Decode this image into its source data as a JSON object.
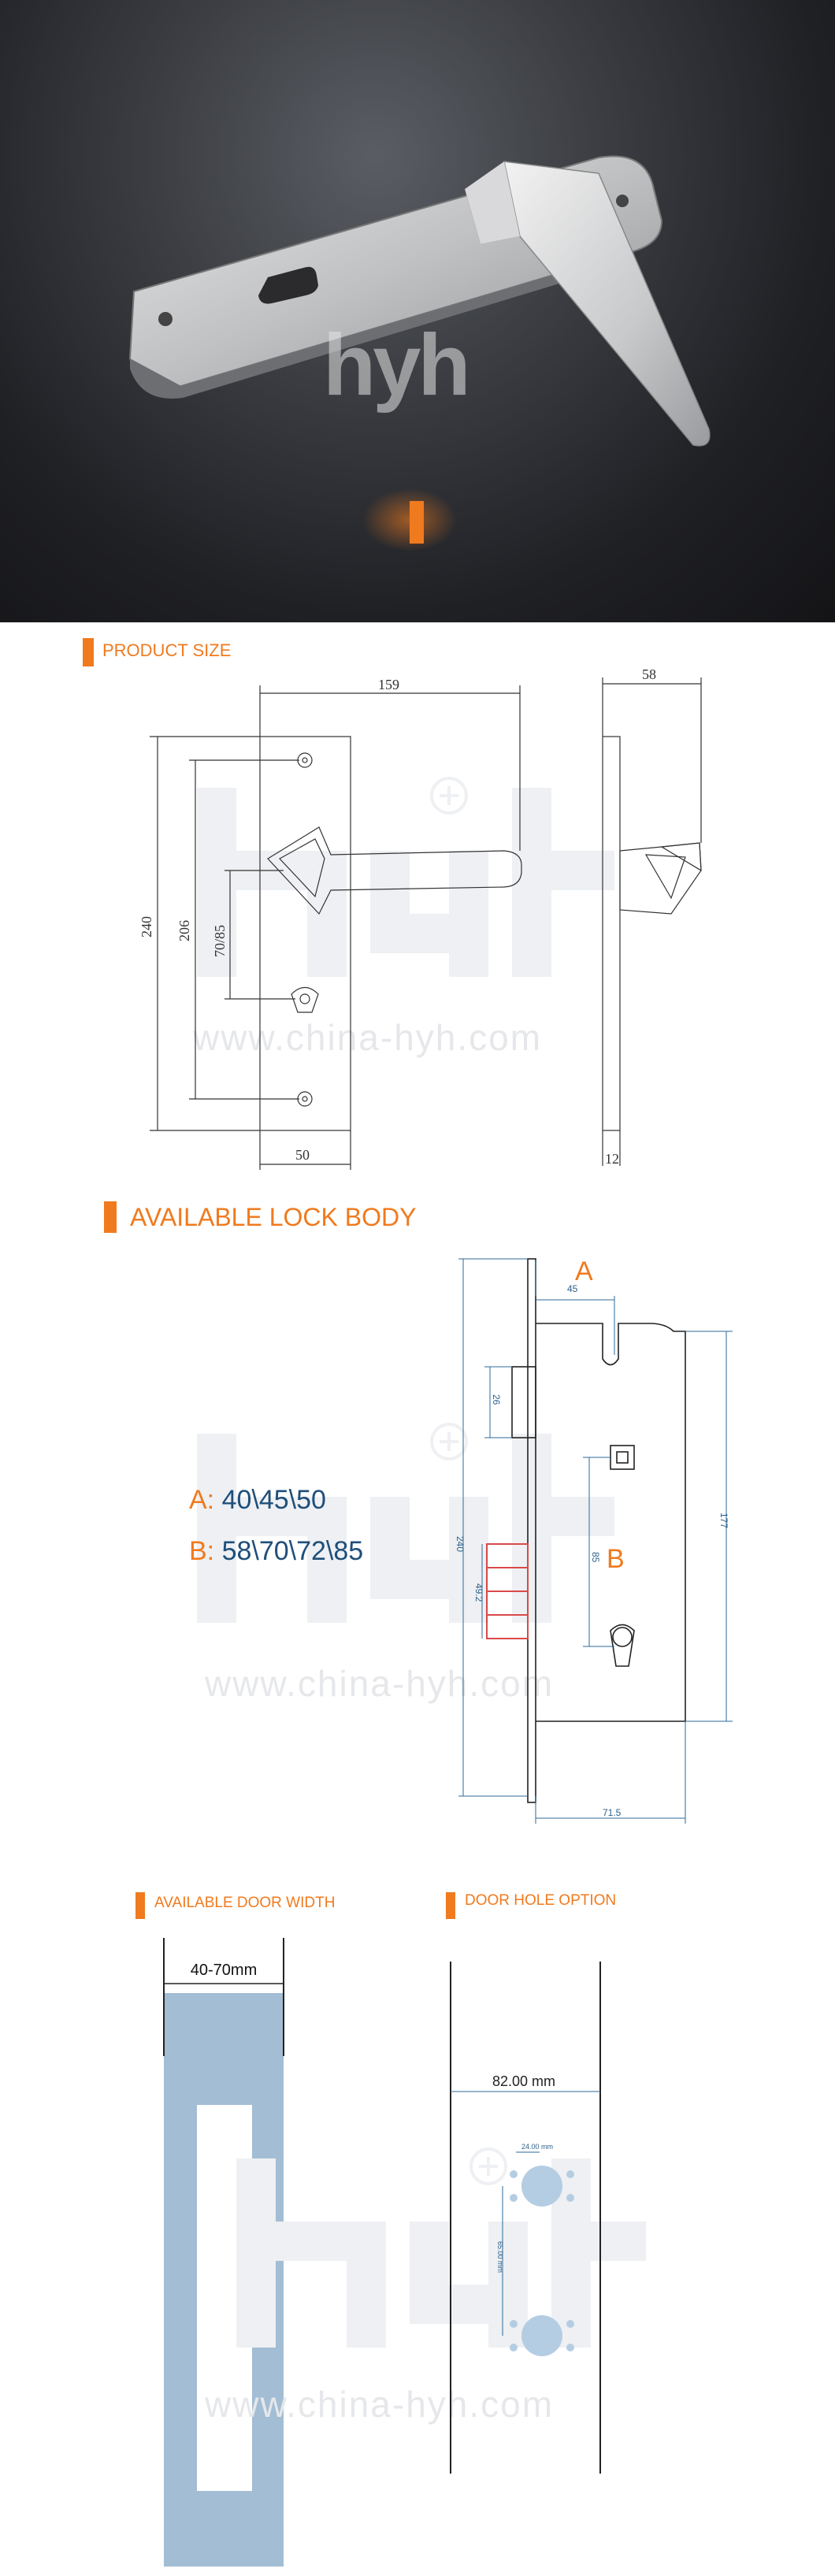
{
  "hero": {
    "watermark": "hyh"
  },
  "product_size": {
    "title": "PRODUCT SIZE",
    "dims": {
      "width_total": "159",
      "depth": "58",
      "height": "240",
      "hole_pitch": "206",
      "cc": "70/85",
      "plate_width": "50",
      "plate_thickness": "12"
    },
    "watermark_url": "www.china-hyh.com"
  },
  "lock_body": {
    "title": "AVAILABLE LOCK BODY",
    "spec_a_key": "A:",
    "spec_a_val": "40\\45\\50",
    "spec_b_key": "B:",
    "spec_b_val": "58\\70\\72\\85",
    "label_a": "A",
    "label_b": "B",
    "dims": {
      "a": "45",
      "h240": "240",
      "h26": "26",
      "h85": "85",
      "h492": "49.2",
      "h177": "177",
      "w715": "71.5"
    },
    "watermark_url": "www.china-hyh.com"
  },
  "door_width": {
    "title": "AVAILABLE DOOR WIDTH",
    "range": "40-70mm"
  },
  "door_hole": {
    "title": "DOOR HOLE OPTION",
    "width": "82.00 mm",
    "d1": "24.00 mm",
    "d2": "65.00 mm",
    "watermark_url": "www.china-hyh.com"
  },
  "colors": {
    "accent": "#f07a1e",
    "blue": "#1f4f7a",
    "panel": "#a3bdd4"
  }
}
